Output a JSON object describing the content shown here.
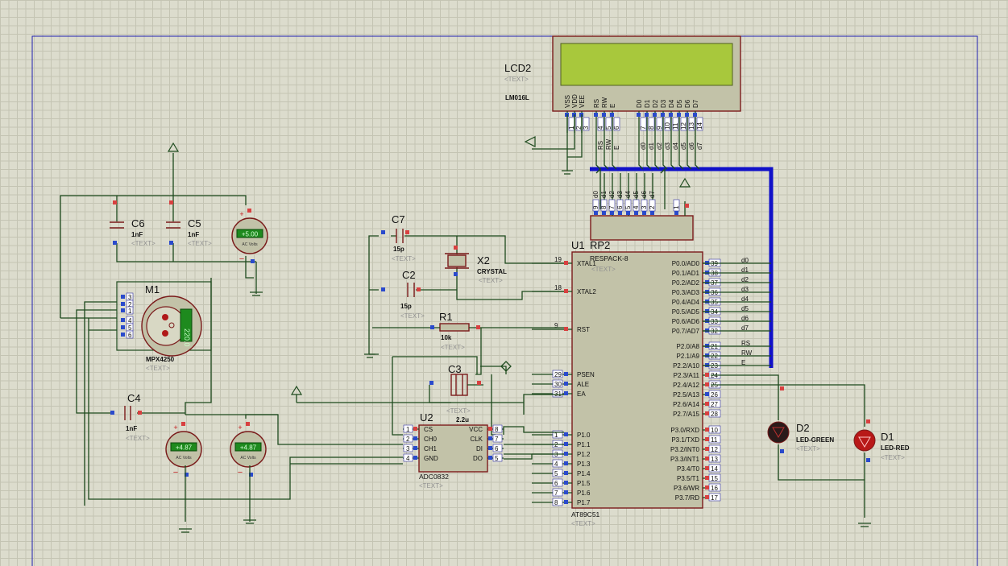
{
  "components": {
    "lcd": {
      "ref": "LCD2",
      "text": "<TEXT>",
      "model": "LM016L",
      "pins": [
        "VSS",
        "VDD",
        "VEE",
        "RS",
        "RW",
        "E",
        "D0",
        "D1",
        "D2",
        "D3",
        "D4",
        "D5",
        "D6",
        "D7"
      ],
      "pin_nums": [
        "1",
        "2",
        "3",
        "4",
        "5",
        "6",
        "7",
        "8",
        "9",
        "10",
        "11",
        "12",
        "13",
        "14"
      ],
      "nets": [
        "RS",
        "RW",
        "E",
        "d0",
        "d1",
        "d2",
        "d3",
        "d4",
        "d5",
        "d6",
        "d7"
      ]
    },
    "rp2": {
      "ref": "RP2",
      "model": "RESPACK-8",
      "text": "<TEXT>",
      "pin_nets": [
        "d0",
        "d1",
        "d2",
        "d3",
        "d4",
        "d5",
        "d6",
        "d7"
      ],
      "pin_nums": [
        "9",
        "8",
        "7",
        "6",
        "5",
        "4",
        "3",
        "2",
        "1"
      ]
    },
    "u1": {
      "ref": "U1",
      "model": "AT89C51",
      "text": "<TEXT>",
      "left_pins": [
        {
          "n": "19",
          "l": "XTAL1"
        },
        {
          "n": "18",
          "l": "XTAL2"
        },
        {
          "n": "9",
          "l": "RST"
        },
        {
          "n": "29",
          "l": "PSEN"
        },
        {
          "n": "30",
          "l": "ALE"
        },
        {
          "n": "31",
          "l": "EA"
        },
        {
          "n": "1",
          "l": "P1.0"
        },
        {
          "n": "2",
          "l": "P1.1"
        },
        {
          "n": "3",
          "l": "P1.2"
        },
        {
          "n": "4",
          "l": "P1.3"
        },
        {
          "n": "5",
          "l": "P1.4"
        },
        {
          "n": "6",
          "l": "P1.5"
        },
        {
          "n": "7",
          "l": "P1.6"
        },
        {
          "n": "8",
          "l": "P1.7"
        }
      ],
      "right_pins": [
        {
          "n": "39",
          "l": "P0.0/AD0",
          "net": "d0"
        },
        {
          "n": "38",
          "l": "P0.1/AD1",
          "net": "d1"
        },
        {
          "n": "37",
          "l": "P0.2/AD2",
          "net": "d2"
        },
        {
          "n": "36",
          "l": "P0.3/AD3",
          "net": "d3"
        },
        {
          "n": "35",
          "l": "P0.4/AD4",
          "net": "d4"
        },
        {
          "n": "34",
          "l": "P0.5/AD5",
          "net": "d5"
        },
        {
          "n": "33",
          "l": "P0.6/AD6",
          "net": "d6"
        },
        {
          "n": "32",
          "l": "P0.7/AD7",
          "net": "d7"
        },
        {
          "n": "21",
          "l": "P2.0/A8",
          "net": "RS"
        },
        {
          "n": "22",
          "l": "P2.1/A9",
          "net": "RW"
        },
        {
          "n": "23",
          "l": "P2.2/A10",
          "net": "E"
        },
        {
          "n": "24",
          "l": "P2.3/A11",
          "net": ""
        },
        {
          "n": "25",
          "l": "P2.4/A12",
          "net": ""
        },
        {
          "n": "26",
          "l": "P2.5/A13",
          "net": ""
        },
        {
          "n": "27",
          "l": "P2.6/A14",
          "net": ""
        },
        {
          "n": "28",
          "l": "P2.7/A15",
          "net": ""
        },
        {
          "n": "10",
          "l": "P3.0/RXD",
          "net": ""
        },
        {
          "n": "11",
          "l": "P3.1/TXD",
          "net": ""
        },
        {
          "n": "12",
          "l": "P3.2/INT0",
          "net": ""
        },
        {
          "n": "13",
          "l": "P3.3/INT1",
          "net": ""
        },
        {
          "n": "14",
          "l": "P3.4/T0",
          "net": ""
        },
        {
          "n": "15",
          "l": "P3.5/T1",
          "net": ""
        },
        {
          "n": "16",
          "l": "P3.6/WR",
          "net": ""
        },
        {
          "n": "17",
          "l": "P3.7/RD",
          "net": ""
        }
      ]
    },
    "u2": {
      "ref": "U2",
      "model": "ADC0832",
      "text": "<TEXT>",
      "left_pins": [
        {
          "n": "1",
          "l": "CS"
        },
        {
          "n": "2",
          "l": "CH0"
        },
        {
          "n": "3",
          "l": "CH1"
        },
        {
          "n": "4",
          "l": "GND"
        }
      ],
      "right_pins": [
        {
          "n": "8",
          "l": "VCC"
        },
        {
          "n": "7",
          "l": "CLK"
        },
        {
          "n": "6",
          "l": "DI"
        },
        {
          "n": "5",
          "l": "DO"
        }
      ]
    },
    "c7": {
      "ref": "C7",
      "val": "15p",
      "text": "<TEXT>"
    },
    "c2": {
      "ref": "C2",
      "val": "15p",
      "text": "<TEXT>"
    },
    "x2": {
      "ref": "X2",
      "val": "CRYSTAL",
      "text": "<TEXT>"
    },
    "r1": {
      "ref": "R1",
      "val": "10k",
      "text": "<TEXT>"
    },
    "c3": {
      "ref": "C3",
      "val": "2.2u",
      "text": "<TEXT>"
    },
    "c6": {
      "ref": "C6",
      "val": "1nF",
      "text": "<TEXT>"
    },
    "c5": {
      "ref": "C5",
      "val": "1nF",
      "text": "<TEXT>"
    },
    "c4": {
      "ref": "C4",
      "val": "1nF",
      "text": "<TEXT>"
    },
    "m1": {
      "ref": "M1",
      "model": "MPX4250",
      "text": "<TEXT>",
      "display": "220.0",
      "pins": [
        "3",
        "2",
        "1",
        "4",
        "5",
        "6"
      ]
    },
    "d2": {
      "ref": "D2",
      "model": "LED-GREEN",
      "text": "<TEXT>"
    },
    "d1": {
      "ref": "D1",
      "model": "LED-RED",
      "text": "<TEXT>"
    },
    "vm_top": {
      "val": "+5.00",
      "unit": "AC Volts"
    },
    "vm_a": {
      "val": "+4.87",
      "unit": "AC Volts"
    },
    "vm_b": {
      "val": "+4.87",
      "unit": "AC Volts"
    }
  },
  "colors": {
    "wire": "#1d4a1d",
    "bus": "#1010c8",
    "body": "#c2c2a8",
    "outline": "#7a1a1a",
    "lcd_screen": "#a8c83c"
  }
}
